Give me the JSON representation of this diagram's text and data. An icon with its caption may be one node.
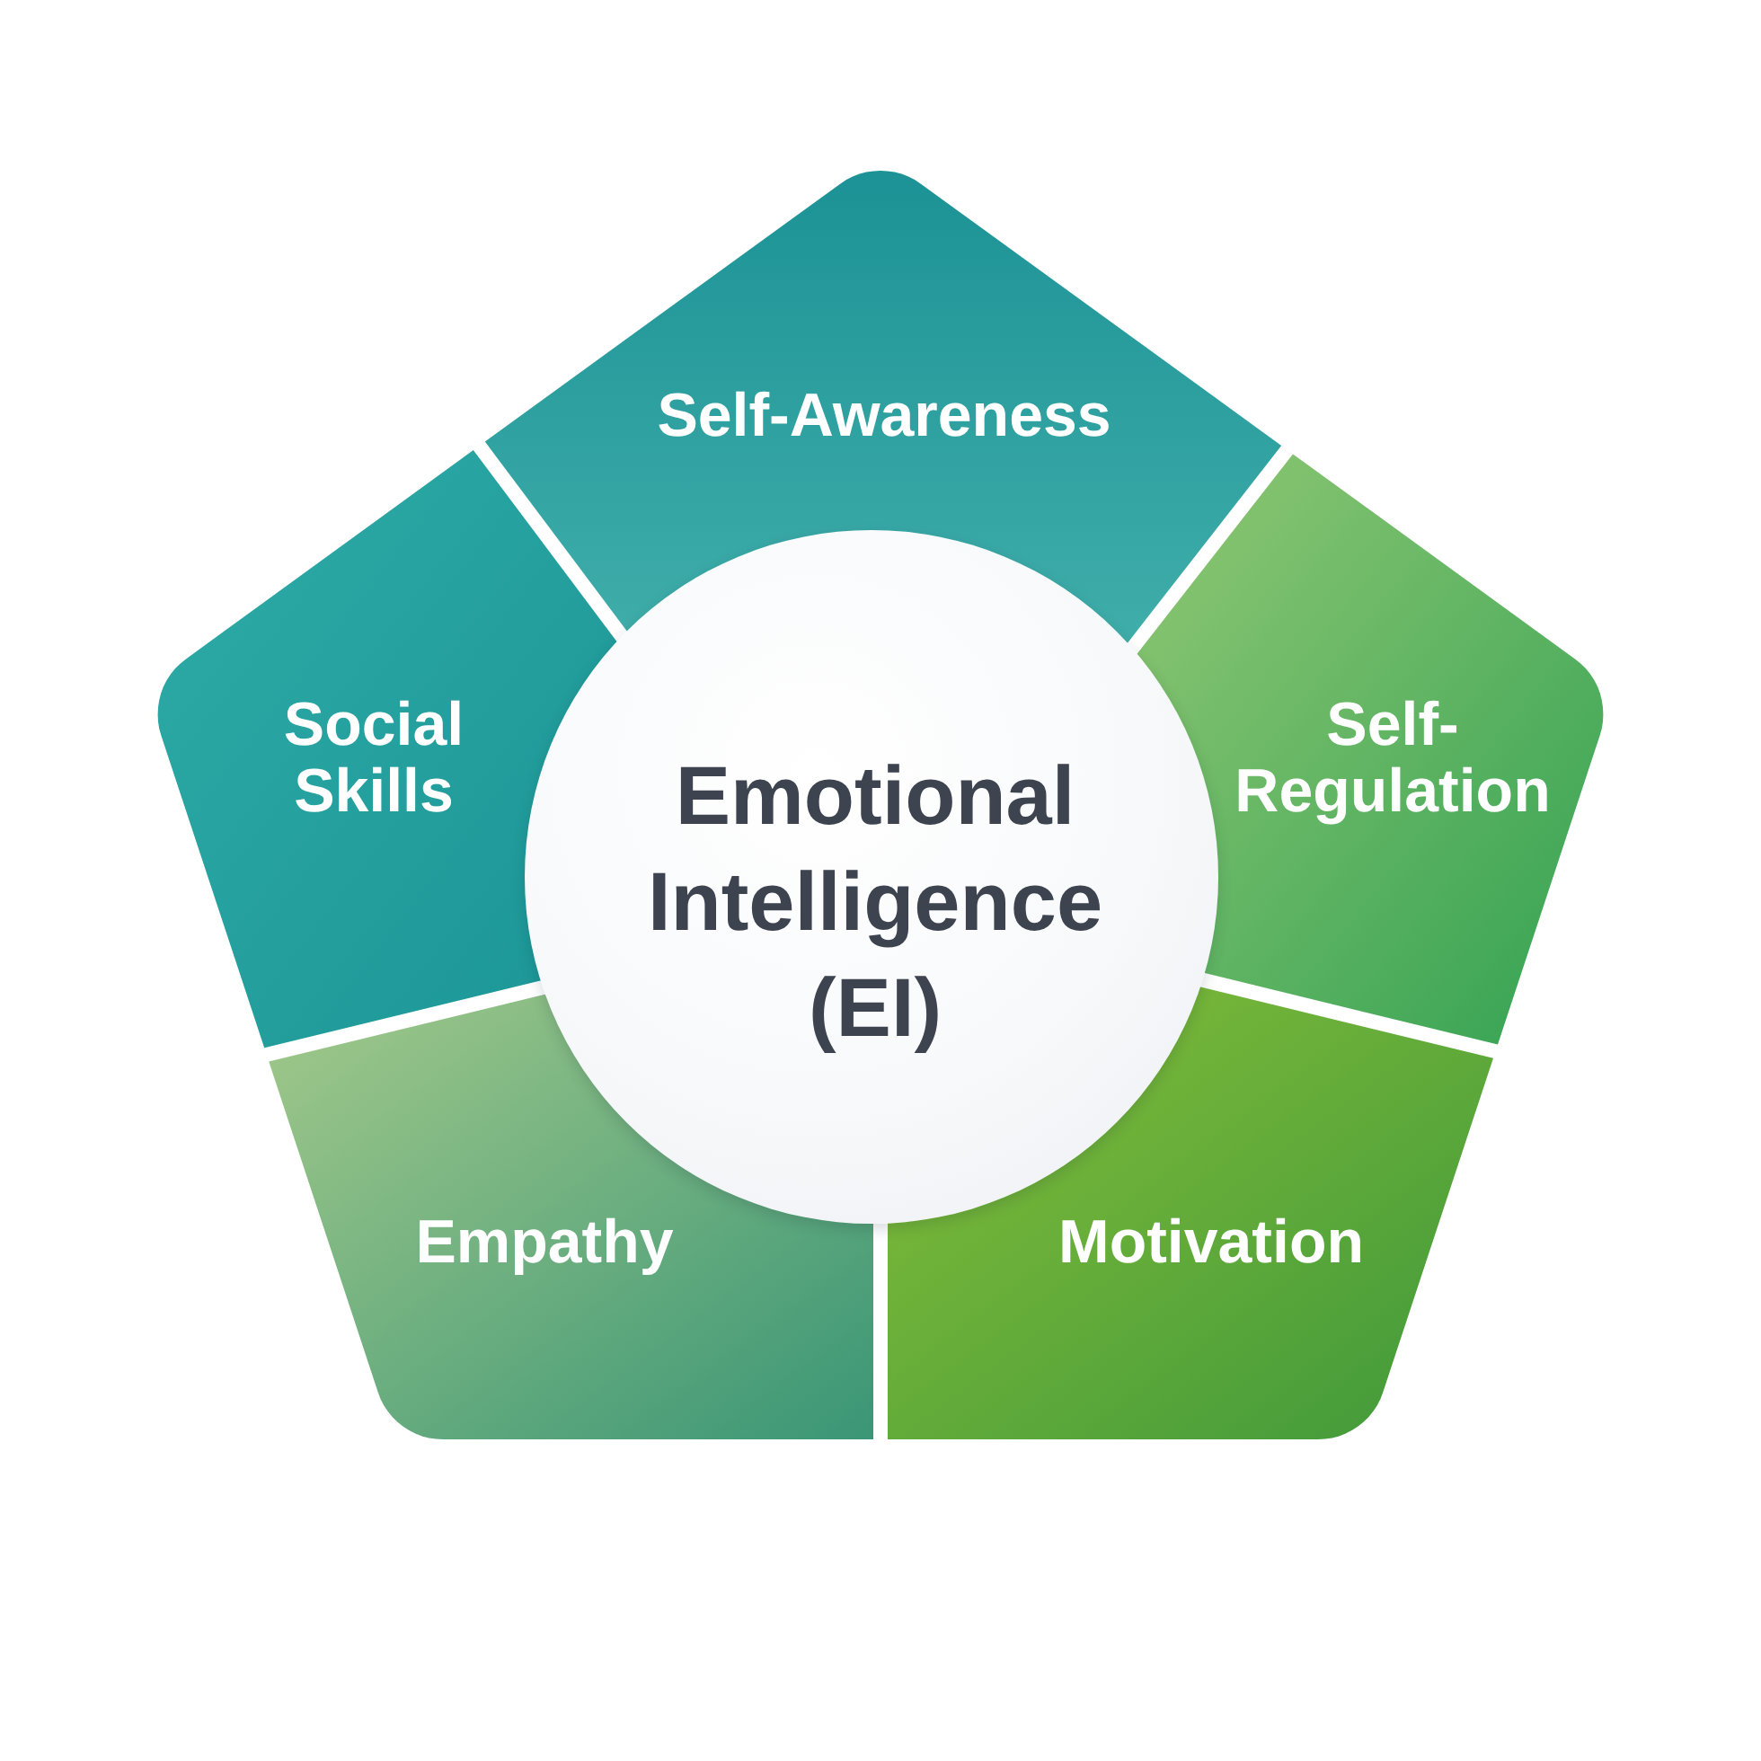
{
  "diagram": {
    "nodes": [
      {
        "text": [
          "Self-Awareness"
        ]
      },
      {
        "text": [
          "Social Skills"
        ]
      },
      {
        "text": [
          "Emotional Intelligence (EI)"
        ]
      },
      {
        "text": [
          "Self-Regulation"
        ]
      },
      {
        "text": [
          "Empathy"
        ]
      },
      {
        "text": [
          "Motivation"
        ]
      }
    ]
  }
}
